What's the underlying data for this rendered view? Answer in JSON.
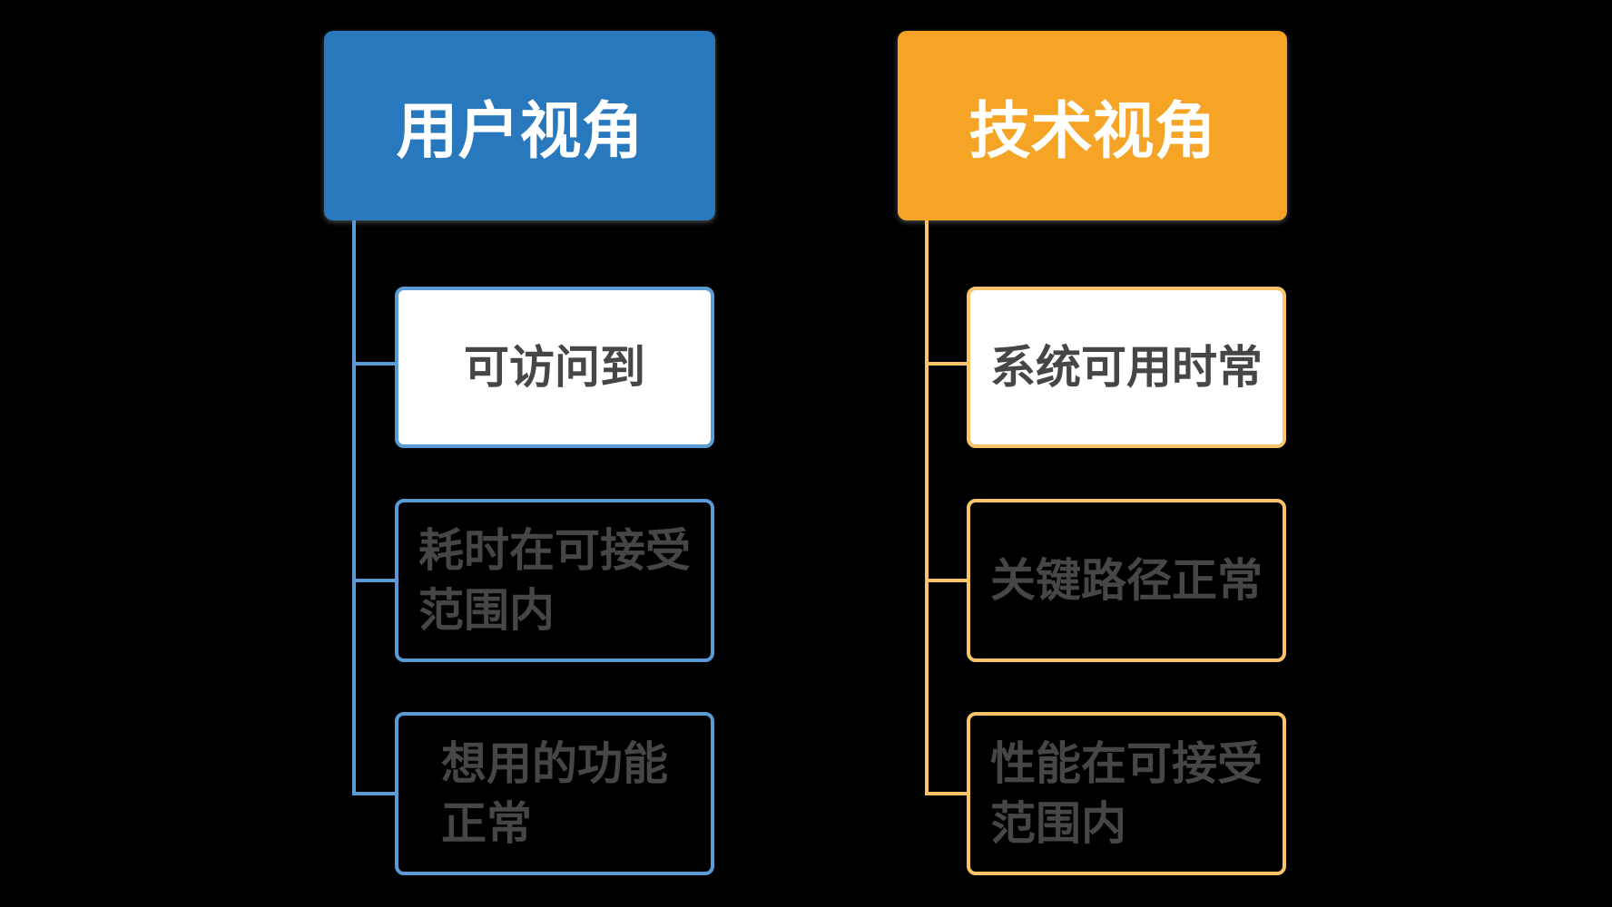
{
  "diagram_title": "",
  "colors": {
    "background": "#000000",
    "user_fill": "#2878BE",
    "user_line": "#5B9BD5",
    "tech_fill": "#F5A425",
    "tech_line": "#FAC46B",
    "header_text": "#FFFFFF",
    "item_text": "#464646",
    "item_filled_bg": "#FFFFFF"
  },
  "columns": [
    {
      "id": "user",
      "header": {
        "label": "用户视角"
      },
      "items": [
        {
          "label": "可访问到",
          "filled": true
        },
        {
          "label": "耗时在可接受\n范围内",
          "filled": false
        },
        {
          "label": "想用的功能\n正常",
          "filled": false
        }
      ]
    },
    {
      "id": "tech",
      "header": {
        "label": "技术视角"
      },
      "items": [
        {
          "label": "系统可用时常",
          "filled": true
        },
        {
          "label": "关键路径正常",
          "filled": false
        },
        {
          "label": "性能在可接受\n范围内",
          "filled": false
        }
      ]
    }
  ]
}
